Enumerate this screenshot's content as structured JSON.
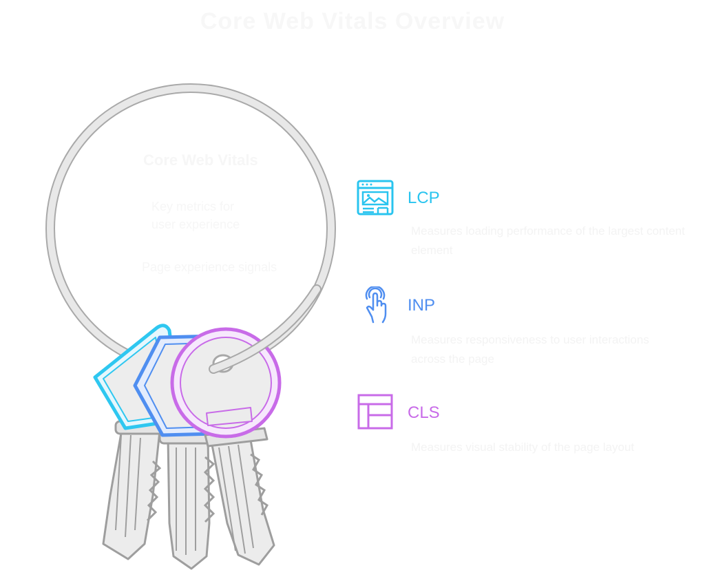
{
  "title": "Core Web Vitals Overview",
  "ring": {
    "heading": "Core Web Vitals",
    "lines": [
      "Key metrics for",
      "user experience"
    ],
    "footer": "Page experience signals"
  },
  "items": [
    {
      "label": "LCP",
      "description": "Measures loading performance of the largest content element",
      "color": "#29c4ef",
      "icon": "webpage-image-icon"
    },
    {
      "label": "INP",
      "description": "Measures responsiveness to user interactions across the page",
      "color": "#4f8ef0",
      "icon": "tap-hand-icon"
    },
    {
      "label": "CLS",
      "description": "Measures visual stability of the page layout",
      "color": "#c86be8",
      "icon": "layout-grid-icon"
    }
  ],
  "colors": {
    "ring": "#cfcfcf",
    "key_body": "#ececec",
    "key_stroke": "#a8a8a8"
  }
}
